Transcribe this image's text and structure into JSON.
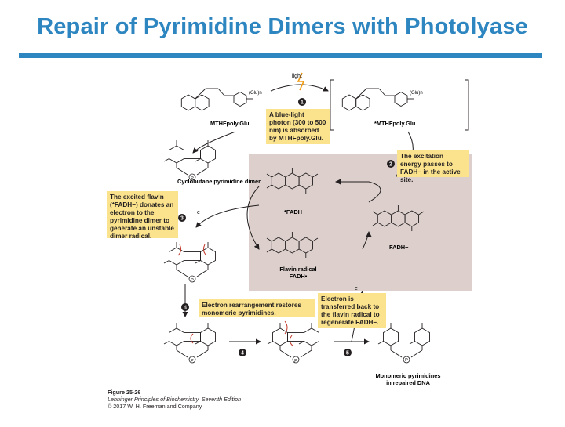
{
  "slide": {
    "title": "Repair of Pyrimidine Dimers with Photolyase"
  },
  "diagram": {
    "light_label": "light",
    "step_numbers": [
      "1",
      "2",
      "3",
      "4",
      "5"
    ],
    "labels": {
      "mthf": "MTHFpoly.Glu",
      "mthf_excited": "*MTHFpoly.Glu",
      "cyclobutane": "Cyclobutane pyrimidine dimer",
      "fadh_excited": "*FADH−",
      "fadh": "FADH−",
      "flavin_radical_line1": "Flavin radical",
      "flavin_radical_line2": "FADH•",
      "monomeric_line1": "Monomeric pyrimidines",
      "monomeric_line2": "in repaired DNA",
      "electron": "e−",
      "glu_n": "(Glu)n",
      "phosphate": "P"
    },
    "callouts": {
      "step1": "A blue-light photon (300 to 500 nm) is absorbed by MTHFpoly.Glu.",
      "step2": "The excitation energy passes to FADH− in the active site.",
      "step3": "The excited flavin (*FADH−) donates an electron to the pyrimidine dimer to generate an unstable dimer radical.",
      "step4": "Electron rearrangement restores monomeric pyrimidines.",
      "step5": "Electron is transferred back to the flavin radical to regenerate FADH−."
    }
  },
  "caption": {
    "figure": "Figure 25-26",
    "line1": "Lehninger Principles of Biochemistry, Seventh Edition",
    "line2": "© 2017 W. H. Freeman and Company"
  },
  "colors": {
    "title": "#2e86c1",
    "callout": "#fbe38e",
    "panel": "#ddd0cc",
    "radical_red": "#c0392b",
    "light_orange": "#f39c12"
  }
}
